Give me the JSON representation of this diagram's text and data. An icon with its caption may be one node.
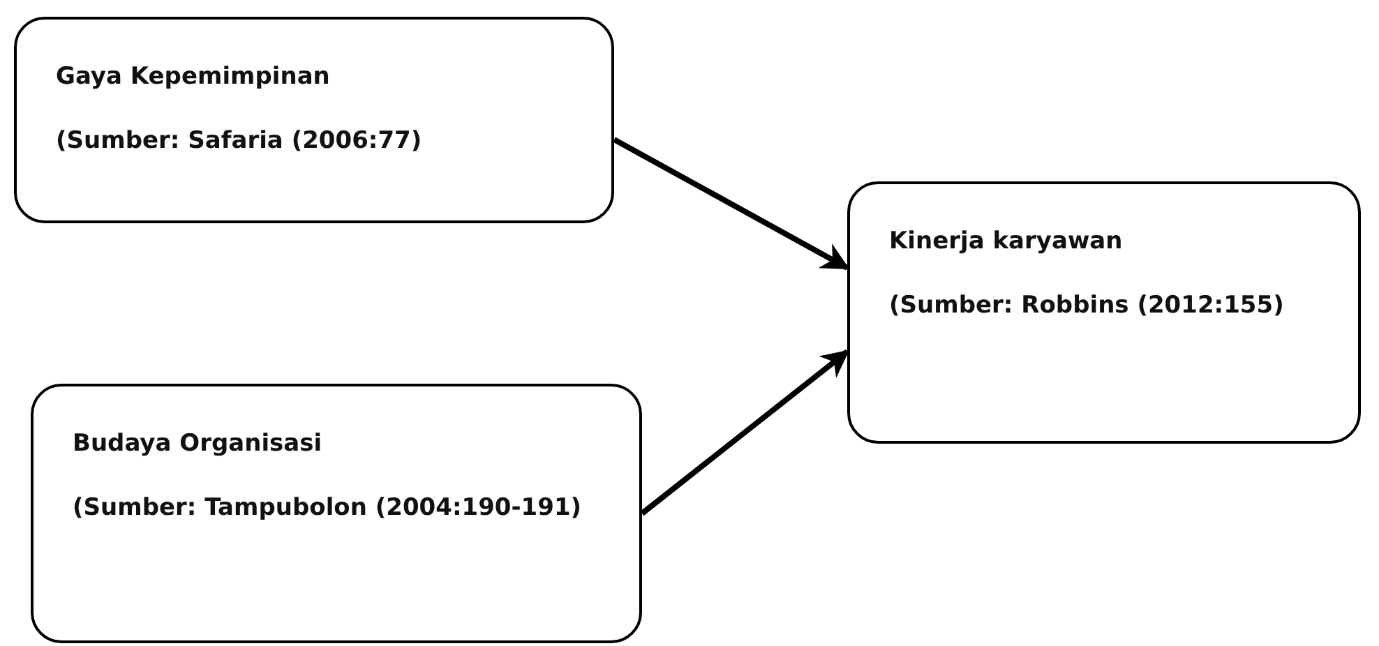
{
  "diagram": {
    "nodes": [
      {
        "text": [
          "Gaya Kepemimpinan",
          "(Sumber: Safaria (2006:77)"
        ]
      },
      {
        "text": [
          "Budaya Organisasi",
          "(Sumber: Tampubolon (2004:190-191)"
        ]
      },
      {
        "text": [
          "Kinerja karyawan",
          "(Sumber: Robbins (2012:155)"
        ]
      }
    ],
    "edges": [
      {
        "from": 0,
        "to": 2,
        "arrow": "to"
      },
      {
        "from": 1,
        "to": 2,
        "arrow": "to"
      }
    ]
  }
}
